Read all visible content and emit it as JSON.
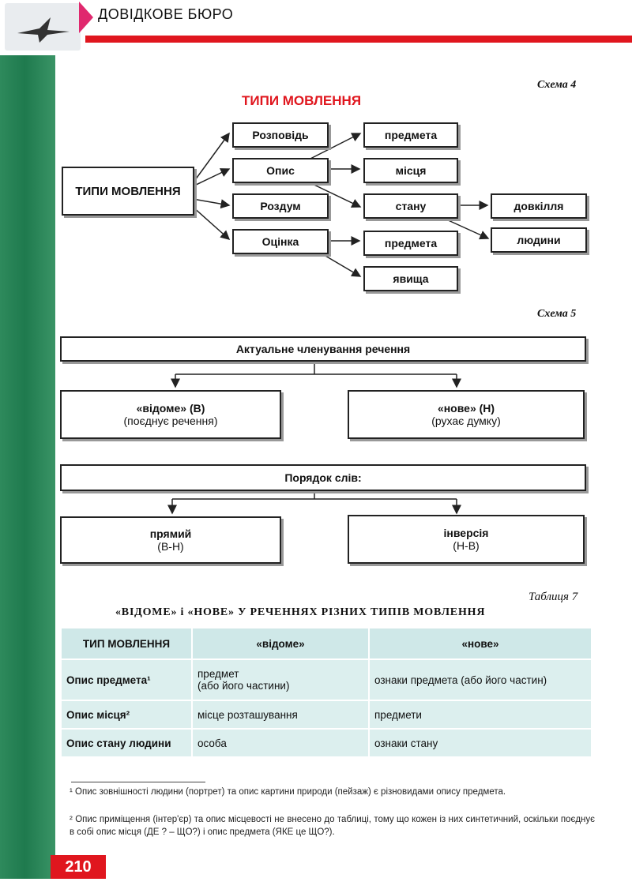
{
  "header": {
    "title": "ДОВІДКОВЕ БЮРО"
  },
  "scheme4": {
    "label": "Схема 4",
    "title": "ТИПИ МОВЛЕННЯ",
    "root": "ТИПИ МОВЛЕННЯ",
    "types": [
      "Розповідь",
      "Опис",
      "Роздум",
      "Оцінка"
    ],
    "opys_targets": [
      "предмета",
      "місця",
      "стану"
    ],
    "stan_targets": [
      "довкілля",
      "людини"
    ],
    "otsinka_targets": [
      "предмета",
      "явища"
    ]
  },
  "scheme5": {
    "label": "Схема 5",
    "top1": "Актуальне членування речення",
    "left1_bold": "«відоме» (В)",
    "left1_sub": "(поєднує речення)",
    "right1_bold": "«нове» (Н)",
    "right1_sub": "(рухає думку)",
    "top2": "Порядок слів:",
    "left2_bold": "прямий",
    "left2_sub": "(В-Н)",
    "right2_bold": "інверсія",
    "right2_sub": "(Н-В)"
  },
  "table7": {
    "label": "Таблиця 7",
    "title": "«ВІДОМЕ» і «НОВЕ» У РЕЧЕННЯХ РІЗНИХ ТИПІВ МОВЛЕННЯ",
    "headers": [
      "ТИП МОВЛЕННЯ",
      "«відоме»",
      "«нове»"
    ],
    "rows": [
      {
        "type": "Опис предмета¹",
        "known": "предмет\n(або його частини)",
        "new": "ознаки предмета (або його частин)"
      },
      {
        "type": "Опис місця²",
        "known": "місце розташування",
        "new": "предмети"
      },
      {
        "type": "Опис стану людини",
        "known": "особа",
        "new": "ознаки стану"
      }
    ]
  },
  "footnotes": [
    "¹ Опис зовнішності людини (портрет) та опис картини природи (пейзаж) є різновидами опису предмета.",
    "² Опис приміщення (інтер'єр) та опис місцевості не внесено до таблиці, тому що кожен із них синтетичний, оскільки поєднує в собі опис місця (ДЕ ? – ЩО?) і опис предмета (ЯКЕ це ЩО?)."
  ],
  "page_number": "210",
  "colors": {
    "accent_red": "#e0161e",
    "side_green": "#1f7a4e",
    "table_bg": "#dcefee",
    "triangle_pink": "#e0286e"
  }
}
